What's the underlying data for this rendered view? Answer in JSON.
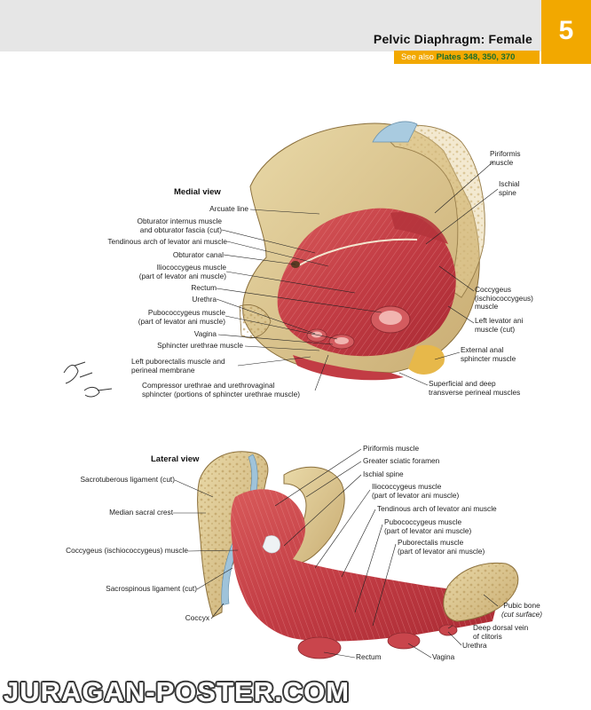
{
  "header": {
    "title": "Pelvic Diaphragm: Female",
    "see_also_prefix": "See also",
    "see_also_plates": "Plates 348, 350, 370",
    "plate_number": "5"
  },
  "colors": {
    "header_band": "#e6e6e6",
    "accent_orange": "#f2a800",
    "plates_green": "#1a6e2c",
    "muscle_red": "#c8424a",
    "bone_tan": "#d8c08a"
  },
  "medial_view": {
    "title": "Medial view",
    "labels": {
      "arcuate_line": "Arcuate line",
      "obturator_internus_1": "Obturator internus muscle",
      "obturator_internus_2": "and obturator fascia (cut)",
      "tendinous_arch": "Tendinous arch of levator ani muscle",
      "obturator_canal": "Obturator canal",
      "iliococcygeus_1": "Iliococcygeus muscle",
      "iliococcygeus_2": "(part of levator ani muscle)",
      "rectum": "Rectum",
      "urethra": "Urethra",
      "pubococcygeus_1": "Pubococcygeus muscle",
      "pubococcygeus_2": "(part of levator ani muscle)",
      "vagina": "Vagina",
      "sphincter_urethrae": "Sphincter urethrae muscle",
      "left_puborectalis_1": "Left puborectalis muscle and",
      "left_puborectalis_2": "perineal membrane",
      "compressor_1": "Compressor urethrae and urethrovaginal",
      "compressor_2": "sphincter (portions of sphincter urethrae muscle)",
      "piriformis_1": "Piriformis",
      "piriformis_2": "muscle",
      "ischial_spine_1": "Ischial",
      "ischial_spine_2": "spine",
      "coccygeus_1": "Coccygeus",
      "coccygeus_2": "(ischiococcygeus)",
      "coccygeus_3": "muscle",
      "left_levator_1": "Left levator ani",
      "left_levator_2": "muscle (cut)",
      "external_anal_1": "External anal",
      "external_anal_2": "sphincter muscle",
      "superficial_1": "Superficial and deep",
      "superficial_2": "transverse perineal muscles"
    }
  },
  "lateral_view": {
    "title": "Lateral view",
    "labels": {
      "sacrotuberous": "Sacrotuberous ligament (cut)",
      "median_sacral": "Median sacral crest",
      "coccygeus": "Coccygeus (ischiococcygeus) muscle",
      "sacrospinous": "Sacrospinous ligament (cut)",
      "coccyx": "Coccyx",
      "rectum": "Rectum",
      "vagina": "Vagina",
      "piriformis": "Piriformis muscle",
      "greater_sciatic": "Greater sciatic foramen",
      "ischial_spine": "Ischial spine",
      "iliococcygeus_1": "Iliococcygeus muscle",
      "iliococcygeus_2": "(part of levator ani muscle)",
      "tendinous_arch": "Tendinous arch of levator ani muscle",
      "pubococcygeus_1": "Pubococcygeus muscle",
      "pubococcygeus_2": "(part of levator ani muscle)",
      "puborectalis_1": "Puborectalis muscle",
      "puborectalis_2": "(part of levator ani muscle)",
      "pubic_bone_1": "Pubic bone",
      "pubic_bone_2": "(cut surface)",
      "deep_dorsal_1": "Deep dorsal vein",
      "deep_dorsal_2": "of clitoris",
      "urethra": "Urethra"
    }
  },
  "watermark": "JURAGAN-POSTER.COM"
}
